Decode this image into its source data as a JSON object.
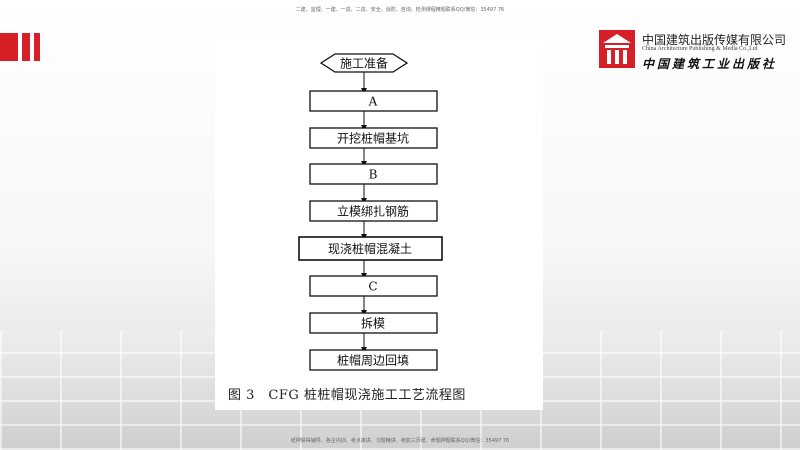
{
  "header_note": "二建、监理、一建、一造、二造、安全、消防、咨询、检测课程精题联系QQ/微信：35497 76",
  "footer_note": "纸押获得辅导、各企内训、考点串讲、习题精讲、考前三页纸、命题押题联系QQ/微信：35497 76",
  "publisher": {
    "name_cn": "中国建筑出版传媒有限公司",
    "name_en": "China Architecture Publishing & Media Co.,Ltd",
    "name_calligraphy": "中国建筑工业出版社"
  },
  "flowchart": {
    "start": "施工准备",
    "steps": [
      "A",
      "开挖桩帽基坑",
      "B",
      "立模绑扎钢筋",
      "现浇桩帽混凝土",
      "C",
      "拆模",
      "桩帽周边回填"
    ]
  },
  "caption": "图 3　CFG 桩桩帽现浇施工工艺流程图",
  "colors": {
    "brand_red": "#d61f26",
    "box_stroke": "#111111"
  }
}
